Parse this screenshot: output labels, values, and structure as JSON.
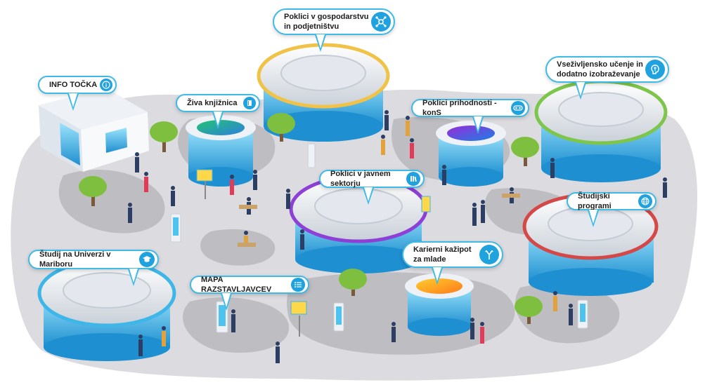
{
  "colors": {
    "ground": "#d9d9dd",
    "path": "#b9b9be",
    "glass": "#4fc3ef",
    "callout_border": "#3fb9e6",
    "icon_bg": "#1fa2de",
    "tree": "#7fbf3f",
    "ring_blue": "#3fb6e8",
    "ring_yellow": "#f0c248",
    "ring_green": "#7dc64b",
    "ring_purple": "#8e3fd6",
    "ring_red": "#d54848"
  },
  "hotspots": [
    {
      "id": "gospodarstvo",
      "label": "Poklici v gospodarstvu\nin podjetništvu",
      "icon": "network-hub-icon"
    },
    {
      "id": "info",
      "label": "INFO TOČKA",
      "icon": "info-icon"
    },
    {
      "id": "knjiznica",
      "label": "Živa knjižnica",
      "icon": "book-icon"
    },
    {
      "id": "prihodnost",
      "label": "Poklici prihodnosti - konS",
      "icon": "vr-goggles-icon"
    },
    {
      "id": "vsezivljenjsko",
      "label": "Vseživljensko učenje in\ndodatno izobraževanje",
      "icon": "brain-icon"
    },
    {
      "id": "javni",
      "label": "Poklici v javnem sektorju",
      "icon": "books-shelf-icon"
    },
    {
      "id": "studijski",
      "label": "Študijski programi",
      "icon": "globe-icon"
    },
    {
      "id": "maribor",
      "label": "Študij na Univerzi v Mariboru",
      "icon": "graduation-cap-icon"
    },
    {
      "id": "kazipot",
      "label": "Karierni kažipot\nza mlade",
      "icon": "signpost-icon"
    },
    {
      "id": "mapa",
      "label": "MAPA RAZSTAVLJAVCEV",
      "icon": "list-icon"
    }
  ]
}
